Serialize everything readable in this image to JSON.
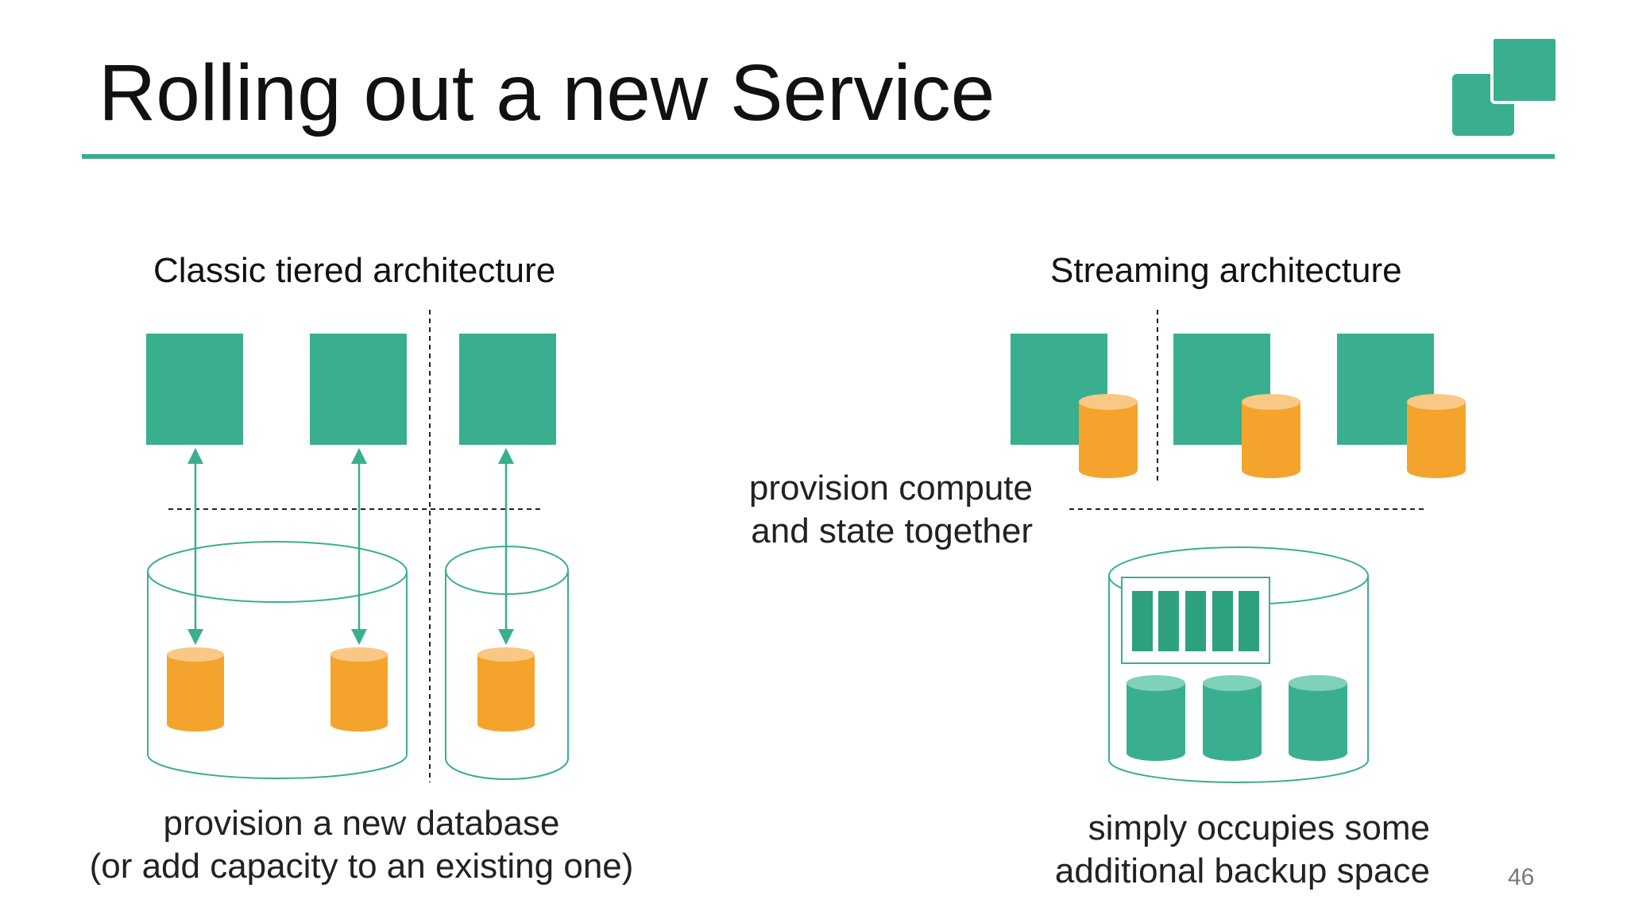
{
  "slide": {
    "title": "Rolling out a new Service",
    "page_number": "46",
    "colors": {
      "accent": "#3aaf8f",
      "state": "#f4a42c",
      "state_top": "#f9c885",
      "db_light": "#7fd1b9"
    }
  },
  "left": {
    "heading": "Classic tiered architecture",
    "caption_line1": "provision a new database",
    "caption_line2": "(or add capacity to an existing one)"
  },
  "right": {
    "heading": "Streaming architecture",
    "caption_top_line1": "provision compute",
    "caption_top_line2": "and state together",
    "caption_bottom_line1": "simply occupies some",
    "caption_bottom_line2": "additional backup space"
  },
  "icons": {
    "logo": "overlapping-squares-logo",
    "compute": "compute-block-icon",
    "state": "state-cylinder-icon",
    "database": "database-outline-icon",
    "backup": "backup-cylinder-icon",
    "snapshot": "snapshot-stripes-icon"
  }
}
